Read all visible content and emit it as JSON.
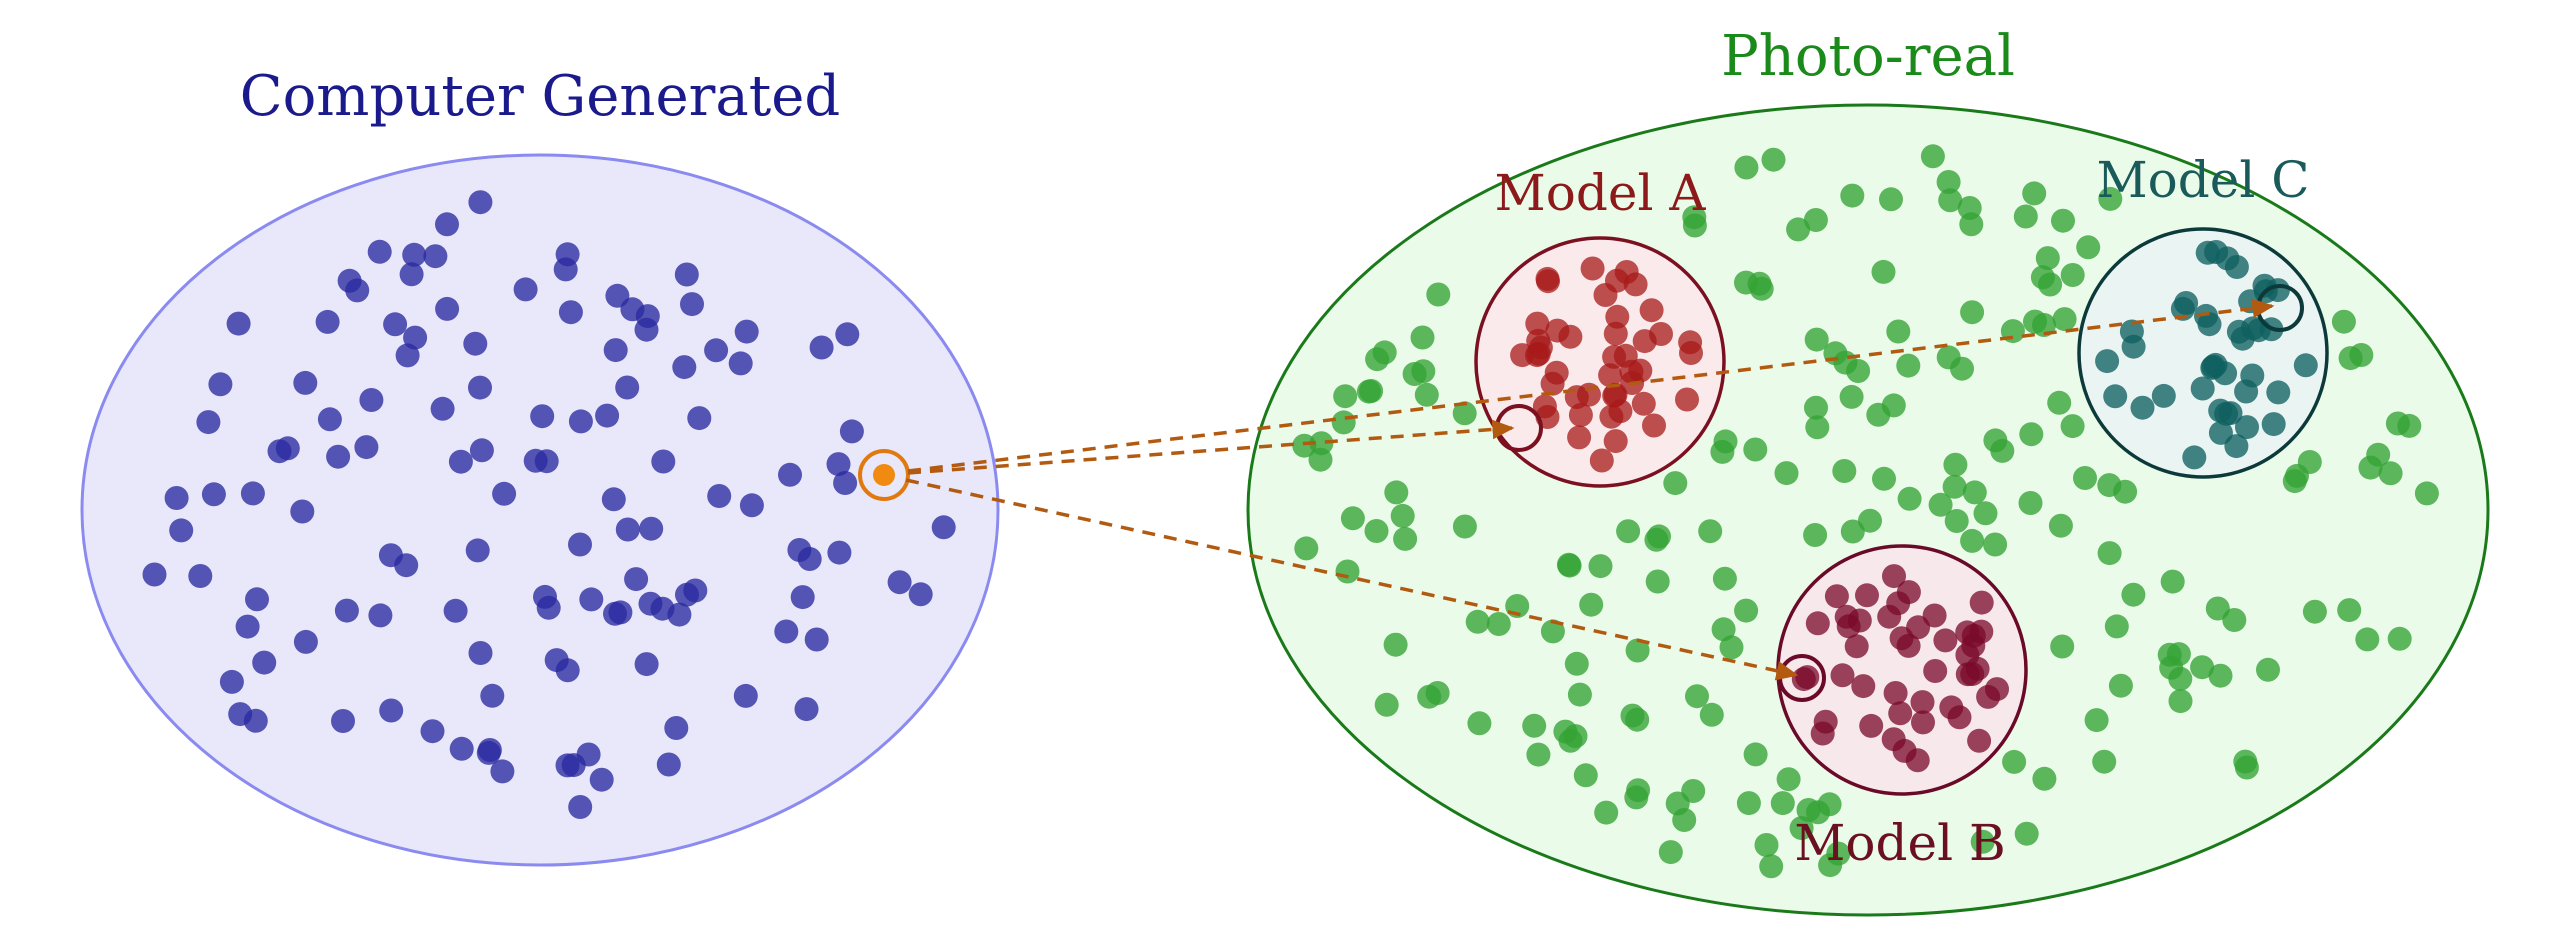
{
  "labels": {
    "left_set": "Computer Generated",
    "right_set": "Photo-real",
    "model_a": "Model A",
    "model_b": "Model B",
    "model_c": "Model C"
  },
  "colors": {
    "left_fill": "#e8e8fa",
    "left_stroke": "#8a8af0",
    "left_dot": "#2a2aa0",
    "left_title": "#1a1a8c",
    "right_fill": "#eafbea",
    "right_stroke": "#1a7a1a",
    "right_dot": "#33a333",
    "right_title": "#1a8a1a",
    "a_fill": "#fbe8ea",
    "a_stroke": "#7a1020",
    "a_dot": "#a81a1a",
    "a_title": "#8c1a1a",
    "b_fill": "#f7e6ec",
    "b_stroke": "#6a0a28",
    "b_dot": "#7a0a2a",
    "b_title": "#6a1020",
    "c_fill": "#e9f3f3",
    "c_stroke": "#0c3a3a",
    "c_dot": "#106060",
    "c_title": "#1a5a5a",
    "highlight": "#e07a10",
    "arrow": "#b25a10"
  }
}
